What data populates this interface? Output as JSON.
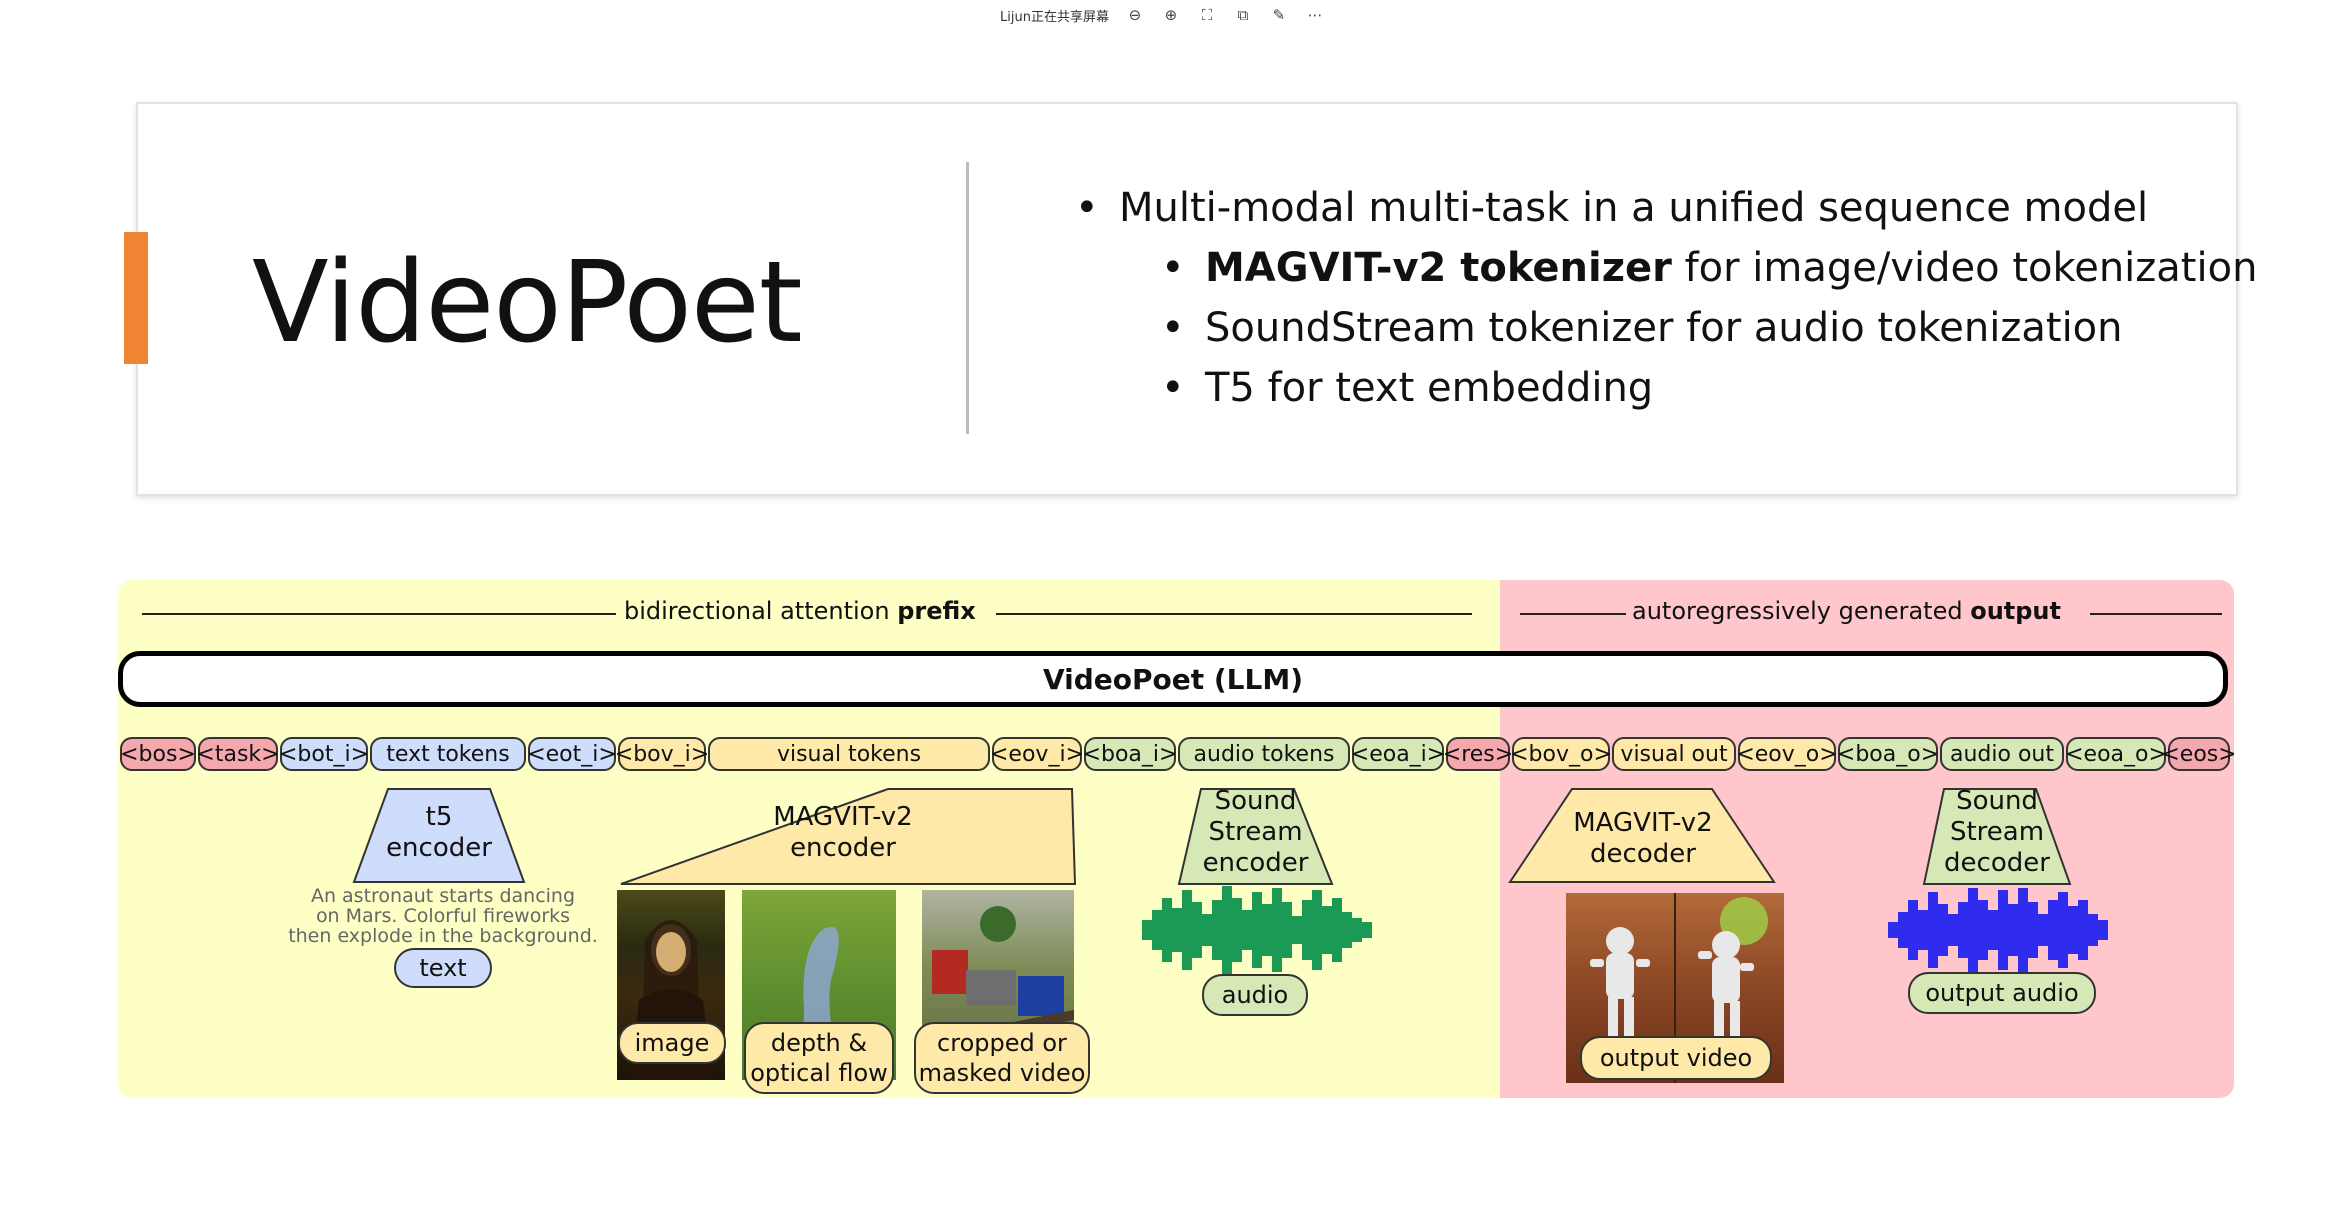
{
  "toolbar": {
    "share_text": "Lijun正在共享屏幕"
  },
  "slide": {
    "title": "VideoPoet",
    "bullets": [
      {
        "text": "Multi-modal multi-task in a unified sequence model",
        "bold_prefix": ""
      },
      {
        "bold_prefix": "MAGVIT-v2 tokenizer",
        "text": " for image/video tokenization"
      },
      {
        "text": "SoundStream tokenizer for audio tokenization",
        "bold_prefix": ""
      },
      {
        "text": "T5 for text embedding",
        "bold_prefix": ""
      }
    ],
    "accent_color": "#ef8433"
  },
  "diagram": {
    "prefix_label": "bidirectional attention ",
    "prefix_bold": "prefix",
    "output_label": "autoregressively generated ",
    "output_bold": "output",
    "llm_label": "VideoPoet  (LLM)",
    "tokens": [
      "<bos>",
      "<task>",
      "<bot_i>",
      "text tokens",
      "<eot_i>",
      "<bov_i>",
      "visual tokens",
      "<eov_i>",
      "<boa_i>",
      "audio tokens",
      "<eoa_i>",
      "<res>",
      "<bov_o>",
      "visual out",
      "<eov_o>",
      "<boa_o>",
      "audio out",
      "<eoa_o>",
      "<eos>"
    ],
    "t5_encoder": "t5\nencoder",
    "magvit_encoder": "MAGVIT-v2\nencoder",
    "soundstream_encoder": "Sound\nStream\nencoder",
    "magvit_decoder": "MAGVIT-v2\ndecoder",
    "soundstream_decoder": "Sound\nStream\ndecoder",
    "text_prompt": "An astronaut starts dancing\non Mars. Colorful fireworks\nthen explode in the background.",
    "inputs": {
      "text": "text",
      "image": "image",
      "depth": "depth &\noptical flow",
      "cropped": "cropped or\nmasked video",
      "audio": "audio"
    },
    "outputs": {
      "video": "output video",
      "audio": "output audio"
    },
    "colors": {
      "prefix_bg": "#feffc5",
      "output_bg": "#ffc6cb",
      "audio_in": "#1b9a55",
      "audio_out": "#2f2cf0"
    }
  }
}
